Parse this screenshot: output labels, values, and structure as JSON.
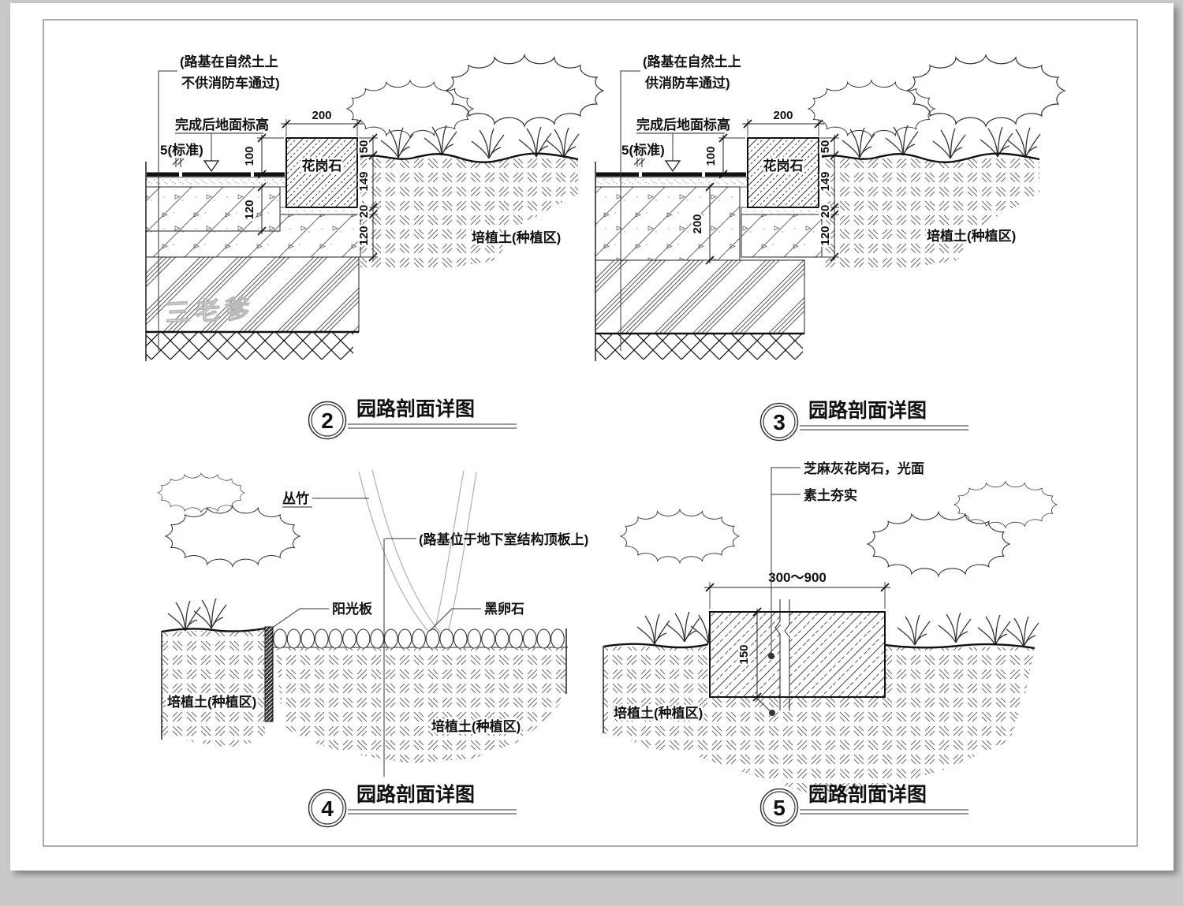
{
  "sheet": {
    "background": "#c9c9c9",
    "paper_color": "#ffffff",
    "frame_color": "#8f8f8f"
  },
  "d2": {
    "number": "2",
    "title": "园路剖面详图",
    "note1": "(路基在自然土上",
    "note2": "不供消防车通过)",
    "finish_grade": "完成后地面标高",
    "joint": "5(标准)",
    "dim_height": "100",
    "dim_width": "200",
    "granite": "花岗石",
    "dim_50": "50",
    "dim_149": "149",
    "dim_20": "20",
    "dim_120": "120",
    "dim_layer": "120",
    "soil": "培植土(种植区)",
    "watermark": "三老爹"
  },
  "d3": {
    "number": "3",
    "title": "园路剖面详图",
    "note1": "(路基在自然土上",
    "note2": "供消防车通过)",
    "finish_grade": "完成后地面标高",
    "joint": "5(标准)",
    "dim_height": "100",
    "dim_width": "200",
    "granite": "花岗石",
    "dim_50": "50",
    "dim_149": "149",
    "dim_20": "20",
    "dim_120": "120",
    "dim_layer": "200",
    "soil": "培植土(种植区)"
  },
  "d4": {
    "number": "4",
    "title": "园路剖面详图",
    "bamboo": "丛竹",
    "note": "(路基位于地下室结构顶板上)",
    "board": "阳光板",
    "pebble": "黑卵石",
    "soil_left": "培植土(种植区)",
    "soil_right": "培植土(种植区)"
  },
  "d5": {
    "number": "5",
    "title": "园路剖面详图",
    "stone": "芝麻灰花岗石，光面",
    "subsoil": "素土夯实",
    "dim_width": "300～900",
    "dim_depth": "150",
    "soil": "培植土(种植区)"
  }
}
